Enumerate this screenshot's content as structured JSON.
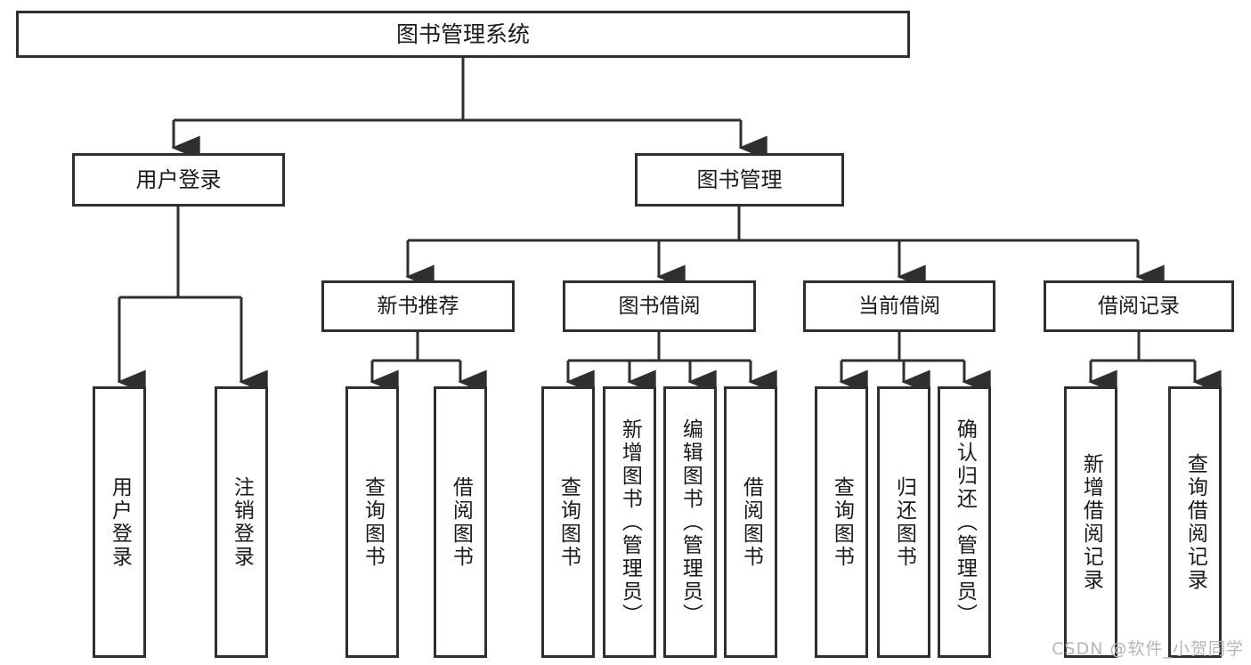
{
  "diagram": {
    "type": "tree-hierarchy",
    "title": "图书管理系统",
    "root": {
      "label": "图书管理系统"
    },
    "level2": [
      {
        "label": "用户登录"
      },
      {
        "label": "图书管理"
      }
    ],
    "level3": [
      {
        "label": "新书推荐"
      },
      {
        "label": "图书借阅"
      },
      {
        "label": "当前借阅"
      },
      {
        "label": "借阅记录"
      }
    ],
    "leaves": {
      "user_login": [
        {
          "label": "用户登录"
        },
        {
          "label": "注销登录"
        }
      ],
      "new_book_recommend": [
        {
          "label": "查询图书"
        },
        {
          "label": "借阅图书"
        }
      ],
      "book_borrow": [
        {
          "label": "查询图书"
        },
        {
          "label": "新增图书（管理员）"
        },
        {
          "label": "编辑图书（管理员）"
        },
        {
          "label": "借阅图书"
        }
      ],
      "current_borrow": [
        {
          "label": "查询图书"
        },
        {
          "label": "归还图书"
        },
        {
          "label": "确认归还（管理员）"
        }
      ],
      "borrow_record": [
        {
          "label": "新增借阅记录"
        },
        {
          "label": "查询借阅记录"
        }
      ]
    }
  },
  "watermark": {
    "text": "CSDN @软件_小贺同学"
  },
  "colors": {
    "border": "#2f2f2f",
    "line": "#2f2f2f",
    "background": "#ffffff",
    "text": "#1a1a1a",
    "watermark": "#b6b6b6"
  }
}
